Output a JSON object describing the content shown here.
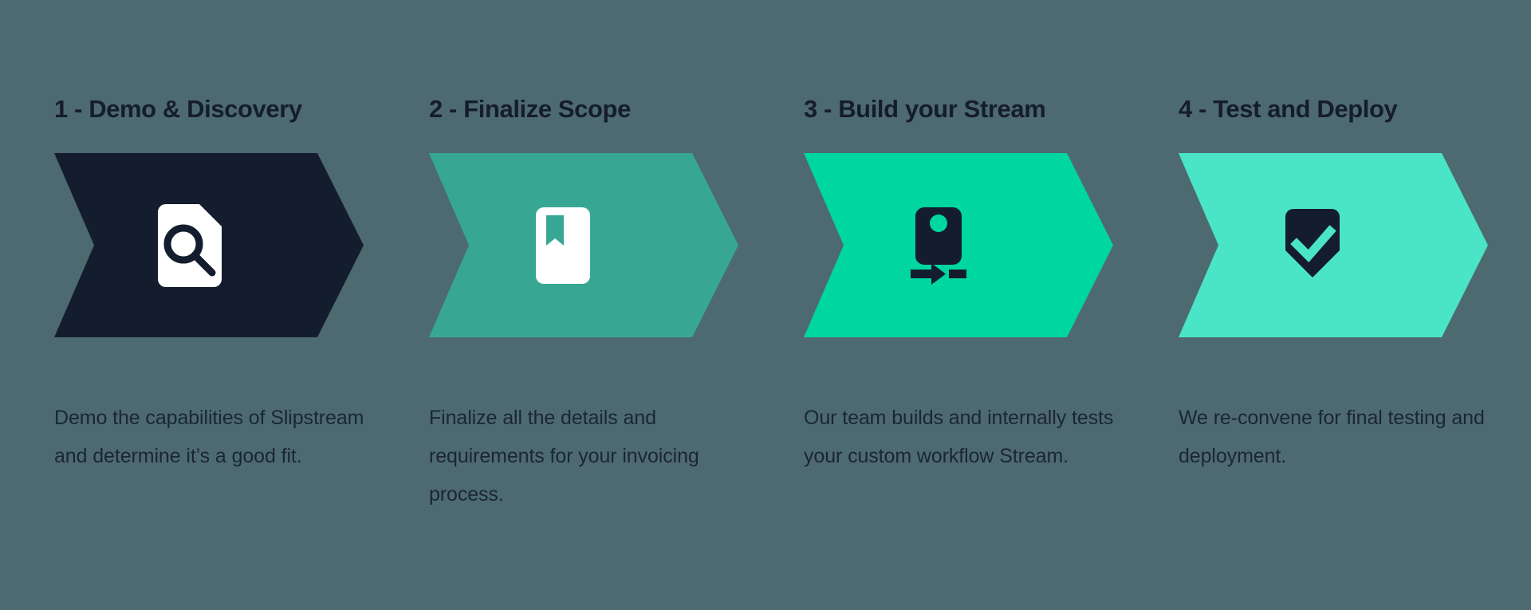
{
  "page": {
    "background_color": "#4d6a70",
    "text_color": "#151d2c",
    "body_text_color": "#1b2635"
  },
  "steps": [
    {
      "title": "1 - Demo & Discovery",
      "description": "Demo the capabilities of Slipstream and determine it’s a good fit.",
      "banner_color": "#141d2e",
      "icon": "document-search-icon",
      "icon_color": "#ffffff",
      "icon_accent_color": "#141d2e"
    },
    {
      "title": "2 - Finalize Scope",
      "description": "Finalize all the details and requirements for your invoicing process.",
      "banner_color": "#37a794",
      "icon": "bookmark-document-icon",
      "icon_color": "#ffffff",
      "icon_accent_color": "#37a794"
    },
    {
      "title": "3 - Build your Stream",
      "description": "Our team builds and internally tests your custom workflow Stream.",
      "banner_color": "#00d6a0",
      "icon": "stream-flow-icon",
      "icon_color": "#141d2e",
      "icon_accent_color": "#00d6a0"
    },
    {
      "title": "4 - Test and Deploy",
      "description": "We re-convene for final testing and deployment.",
      "banner_color": "#4ae5c6",
      "icon": "shield-check-icon",
      "icon_color": "#141d2e",
      "icon_accent_color": "#4ae5c6"
    }
  ]
}
